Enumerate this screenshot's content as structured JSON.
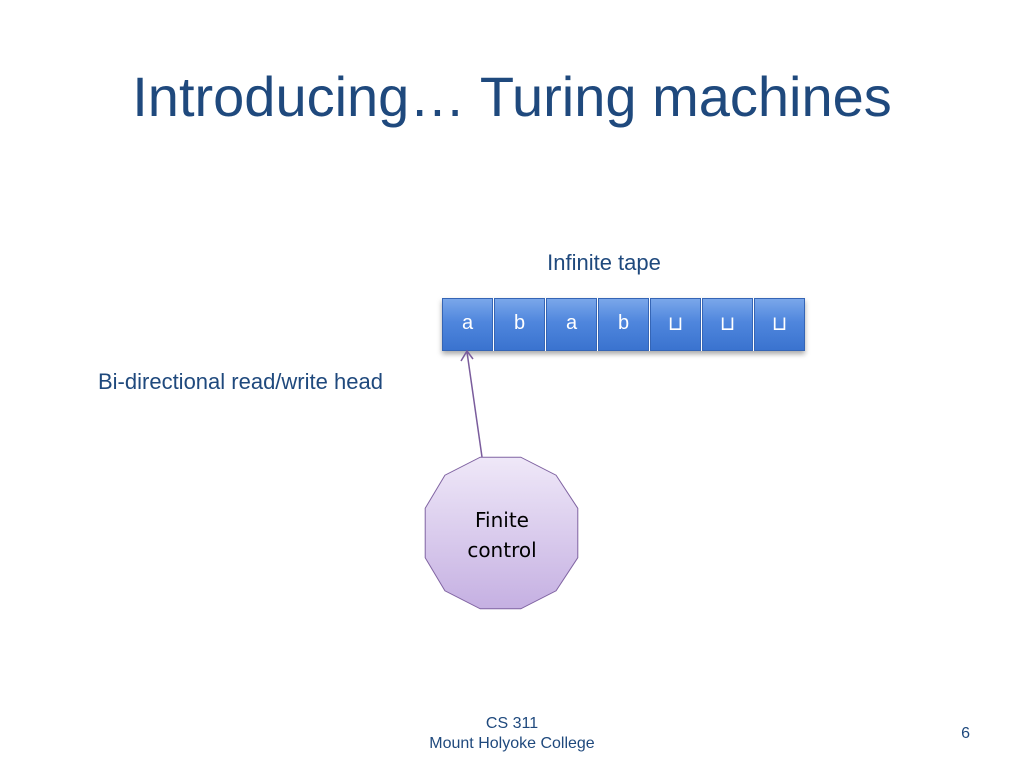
{
  "slide": {
    "title": "Introducing… Turing machines",
    "tape_label": "Infinite tape",
    "head_label": "Bi-directional read/write head",
    "tape_cells": [
      "a",
      "b",
      "a",
      "b",
      "⊔",
      "⊔",
      "⊔"
    ],
    "control_line1": "Finite",
    "control_line2": "control",
    "footer_line1": "CS 311",
    "footer_line2": "Mount Holyoke College",
    "slide_number": "6"
  },
  "colors": {
    "title": "#1f497d",
    "tape_cell": "#4f86dd",
    "control_fill_top": "#ece4f6",
    "control_fill_bottom": "#c7b4e3",
    "control_border": "#8064a2",
    "arrow": "#7a5c9c"
  }
}
